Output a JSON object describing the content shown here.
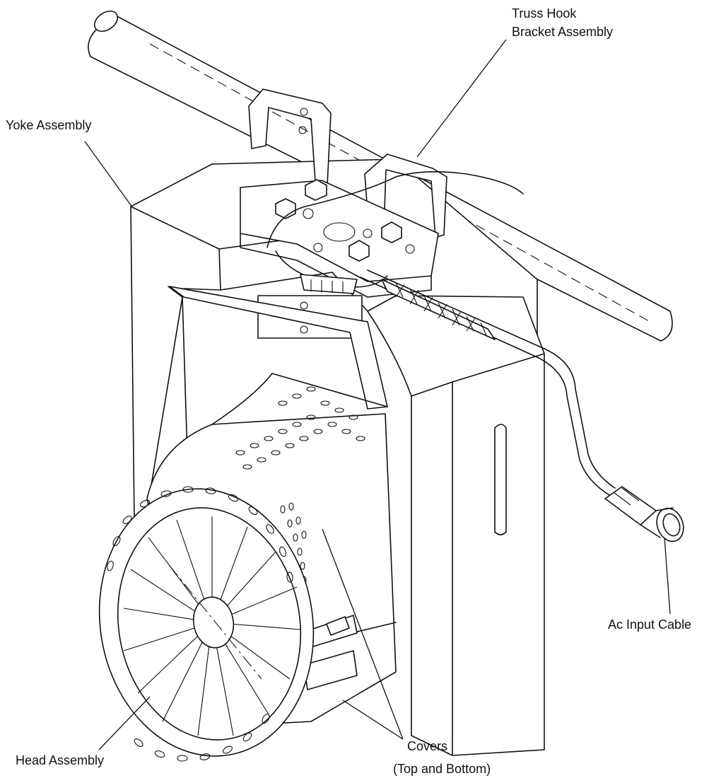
{
  "labels": {
    "truss_hook_line1": "Truss Hook",
    "truss_hook_line2": "Bracket Assembly",
    "yoke": "Yoke Assembly",
    "ac_input": "Ac Input Cable",
    "head": "Head Assembly",
    "covers_line1": "Covers",
    "covers_line2": "(Top and Bottom)"
  },
  "colors": {
    "line": "#111111",
    "background": "#ffffff"
  }
}
